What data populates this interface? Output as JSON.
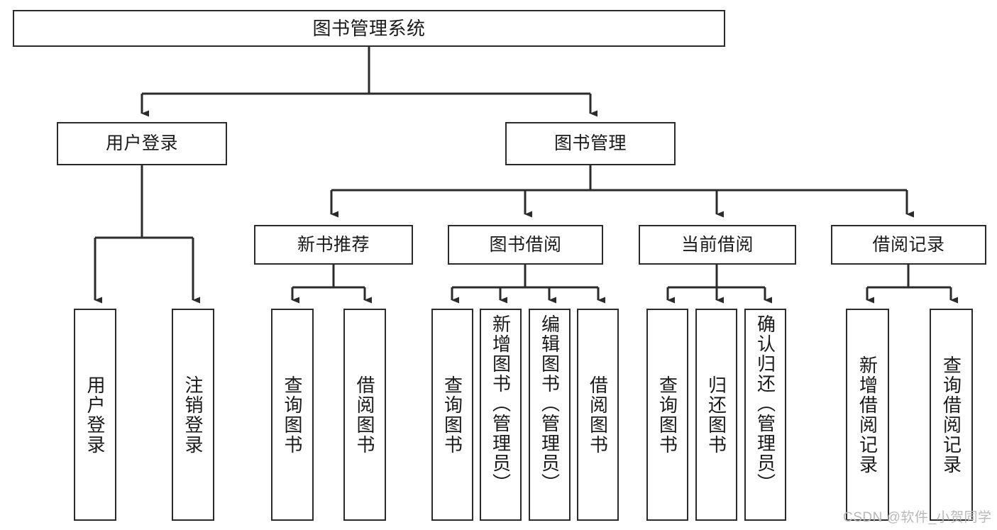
{
  "diagram": {
    "title": "图书管理系统",
    "type": "功能结构图",
    "colors": {
      "box_border": "#2b2b2b",
      "box_fill": "#ffffff",
      "edge": "#2b2b2b",
      "text": "#1a1a1a",
      "watermark": "#b8b8b8",
      "background": "#ffffff"
    }
  },
  "nodes": {
    "root": {
      "label": "图书管理系统"
    },
    "level1": [
      {
        "id": "user-login",
        "label": "用户登录"
      },
      {
        "id": "book-management",
        "label": "图书管理"
      }
    ],
    "level2": [
      {
        "id": "new-book-recommend",
        "label": "新书推荐"
      },
      {
        "id": "book-borrow",
        "label": "图书借阅"
      },
      {
        "id": "current-borrow",
        "label": "当前借阅"
      },
      {
        "id": "borrow-record",
        "label": "借阅记录"
      }
    ],
    "leaves": {
      "user-login": [
        {
          "id": "leaf-user-login",
          "label": "用户登录"
        },
        {
          "id": "leaf-user-logout",
          "label": "注销登录"
        }
      ],
      "new-book-recommend": [
        {
          "id": "leaf-query-book-1",
          "label": "查询图书"
        },
        {
          "id": "leaf-borrow-book-1",
          "label": "借阅图书"
        }
      ],
      "book-borrow": [
        {
          "id": "leaf-query-book-2",
          "label": "查询图书"
        },
        {
          "id": "leaf-add-book",
          "label": "新增图书（管理员）"
        },
        {
          "id": "leaf-edit-book",
          "label": "编辑图书（管理员）"
        },
        {
          "id": "leaf-borrow-book-2",
          "label": "借阅图书"
        }
      ],
      "current-borrow": [
        {
          "id": "leaf-query-book-3",
          "label": "查询图书"
        },
        {
          "id": "leaf-return-book",
          "label": "归还图书"
        },
        {
          "id": "leaf-confirm-return",
          "label": "确认归还（管理员）"
        }
      ],
      "borrow-record": [
        {
          "id": "leaf-add-record",
          "label": "新增借阅记录"
        },
        {
          "id": "leaf-query-record",
          "label": "查询借阅记录"
        }
      ]
    }
  },
  "watermark": {
    "text": "CSDN @软件_小贺同学"
  }
}
